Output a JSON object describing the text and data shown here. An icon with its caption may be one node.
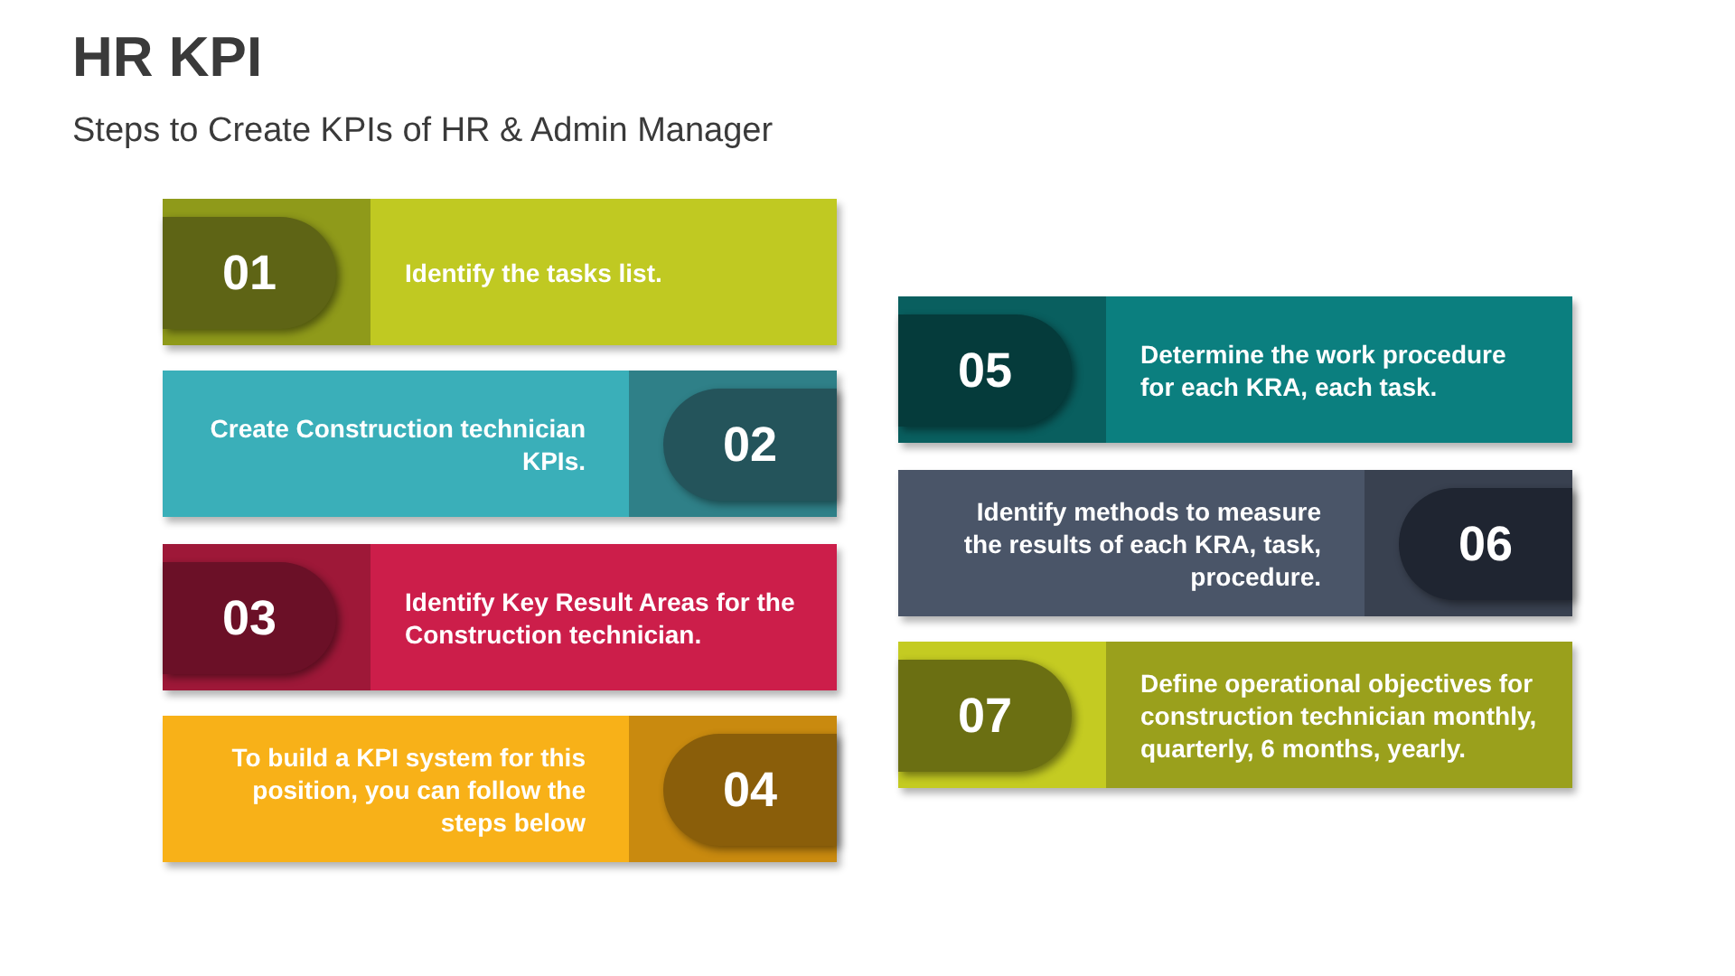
{
  "diagram": {
    "title": "HR KPI",
    "nodes": [
      {
        "text": [
          "01",
          "Identify the tasks list."
        ]
      },
      {
        "text": [
          "Create Construction technician KPIs.",
          "02"
        ]
      },
      {
        "text": [
          "03",
          "Identify Key Result Areas for the Construction technician."
        ]
      },
      {
        "text": [
          "To build a KPI system for this position, you can follow the steps below",
          "04"
        ]
      },
      {
        "text": [
          "05",
          "Determine the work procedure for each KRA, each task."
        ]
      },
      {
        "text": [
          "Identify methods to measure the results of each KRA, task, procedure.",
          "06"
        ]
      },
      {
        "text": [
          "07",
          "Define operational objectives for construction technician monthly, quarterly, 6 months, yearly."
        ]
      }
    ],
    "labels": [
      "Steps to Create KPIs of HR & Admin Manager"
    ]
  }
}
